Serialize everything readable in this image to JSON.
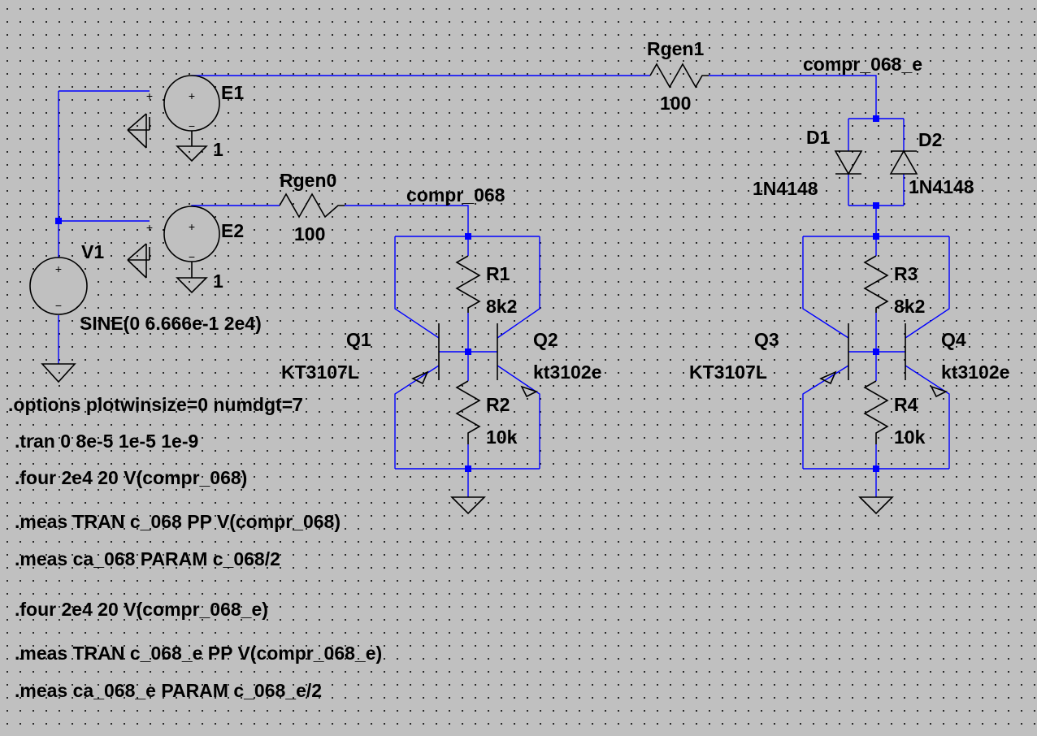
{
  "components": {
    "E1": {
      "name": "E1",
      "gain": "1"
    },
    "E2": {
      "name": "E2",
      "gain": "1"
    },
    "V1": {
      "name": "V1",
      "value": "SINE(0 6.666e-1 2e4)"
    },
    "Rgen1": {
      "name": "Rgen1",
      "value": "100"
    },
    "Rgen0": {
      "name": "Rgen0",
      "value": "100"
    },
    "D1": {
      "name": "D1",
      "model": "1N4148"
    },
    "D2": {
      "name": "D2",
      "model": "1N4148"
    },
    "R1": {
      "name": "R1",
      "value": "8k2"
    },
    "R2": {
      "name": "R2",
      "value": "10k"
    },
    "R3": {
      "name": "R3",
      "value": "8k2"
    },
    "R4": {
      "name": "R4",
      "value": "10k"
    },
    "Q1": {
      "name": "Q1",
      "model": "KT3107L"
    },
    "Q2": {
      "name": "Q2",
      "model": "kt3102e"
    },
    "Q3": {
      "name": "Q3",
      "model": "KT3107L"
    },
    "Q4": {
      "name": "Q4",
      "model": "kt3102e"
    }
  },
  "nets": {
    "compr_068": "compr_068",
    "compr_068_e": "compr_068_e"
  },
  "source_symbols": {
    "plus": "+",
    "minus": "−"
  },
  "directives": [
    ".options plotwinsize=0 numdgt=7",
    ".tran 0 8e-5 1e-5 1e-9",
    ".four 2e4 20 V(compr_068)",
    ".meas TRAN c_068 PP V(compr_068)",
    ".meas ca_068 PARAM c_068/2",
    ".four 2e4 20 V(compr_068_e)",
    ".meas TRAN c_068_e PP V(compr_068_e)",
    ".meas ca_068_e PARAM c_068_e/2"
  ],
  "colors": {
    "background": "#c0c0c0",
    "grid_dot": "#000000",
    "wire": "#0000ff",
    "component": "#000000",
    "text": "#000000"
  }
}
